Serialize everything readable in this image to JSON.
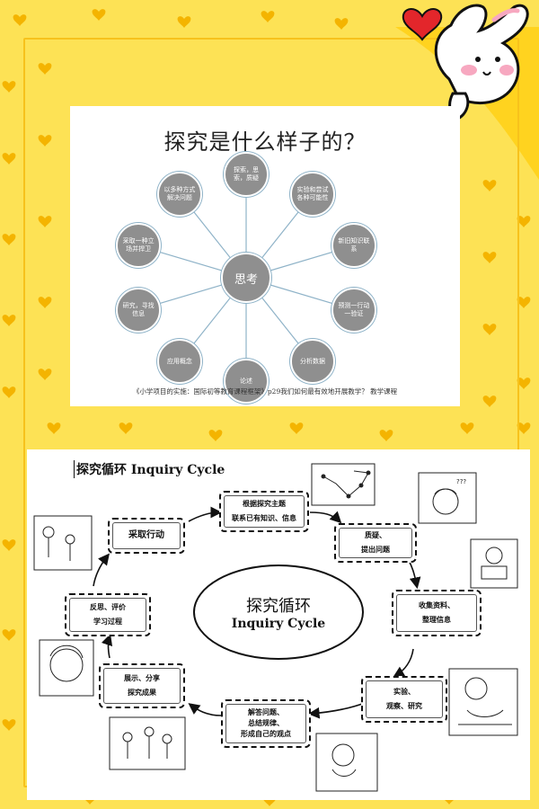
{
  "mind_map": {
    "title": "探究是什么样子的？",
    "center": "思考",
    "nodes": [
      "探索，思索，质疑",
      "实验和尝试各种可能性",
      "新旧知识联系",
      "预测一行动一验证",
      "分析数据",
      "论述",
      "应用概念",
      "研究，寻找信息",
      "采取一种立场并捍卫",
      "以多种方式解决问题"
    ],
    "citation": "《小学项目的实施：国际初等教育课程框架》p29我们如何最有效地开展教学？ 教学课程"
  },
  "cycle": {
    "title": "探究循环 Inquiry Cycle",
    "center_zh": "探究循环",
    "center_en": "Inquiry Cycle",
    "steps": [
      {
        "line1": "根据探究主题",
        "line2": "联系已有知识、信息"
      },
      {
        "line1": "质疑、",
        "line2": "提出问题"
      },
      {
        "line1": "收集资料、",
        "line2": "整理信息"
      },
      {
        "line1": "实验、",
        "line2": "观察、研究"
      },
      {
        "line1": "解答问题、",
        "line2": "总结规律、",
        "line3": "形成自己的观点"
      },
      {
        "line1": "展示、分享",
        "line2": "探究成果"
      },
      {
        "line1": "反思、评价",
        "line2": "学习过程"
      },
      {
        "line1": "采取行动"
      }
    ]
  },
  "colors": {
    "background": "#fde255",
    "frame": "#f7c21c",
    "heart": "#f4b400",
    "node_fill": "#8f8f8f",
    "node_ring": "#8fb3c8",
    "red_heart": "#e3262b",
    "bunny_pink": "#f7a8c0"
  },
  "icons": [
    "heart-icon",
    "bunny-sticker",
    "sketch-illustration"
  ]
}
